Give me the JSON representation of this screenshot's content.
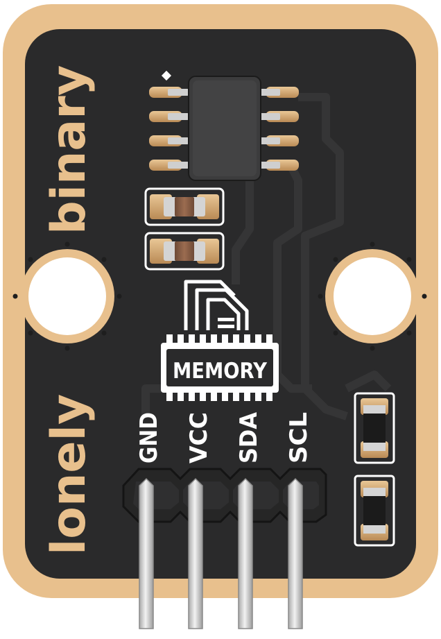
{
  "board": {
    "brand_word_1": "lonely",
    "brand_word_2": "binary",
    "chip_label": "MEMORY",
    "pins": [
      {
        "label": "GND"
      },
      {
        "label": "VCC"
      },
      {
        "label": "SDA"
      },
      {
        "label": "SCL"
      }
    ]
  },
  "colors": {
    "pcb_border": "#e8c08d",
    "pcb_face": "#2a2a2b",
    "silkscreen": "#ffffff",
    "gold_pad": "#c99a62",
    "pin_metal": "#d6d6d6",
    "header_plastic": "#262626",
    "ic_body": "#3c3c3d"
  },
  "icons": [
    "memory-chip-icon",
    "sd-card-icon",
    "pin1-marker-icon",
    "mounting-hole-icon"
  ]
}
